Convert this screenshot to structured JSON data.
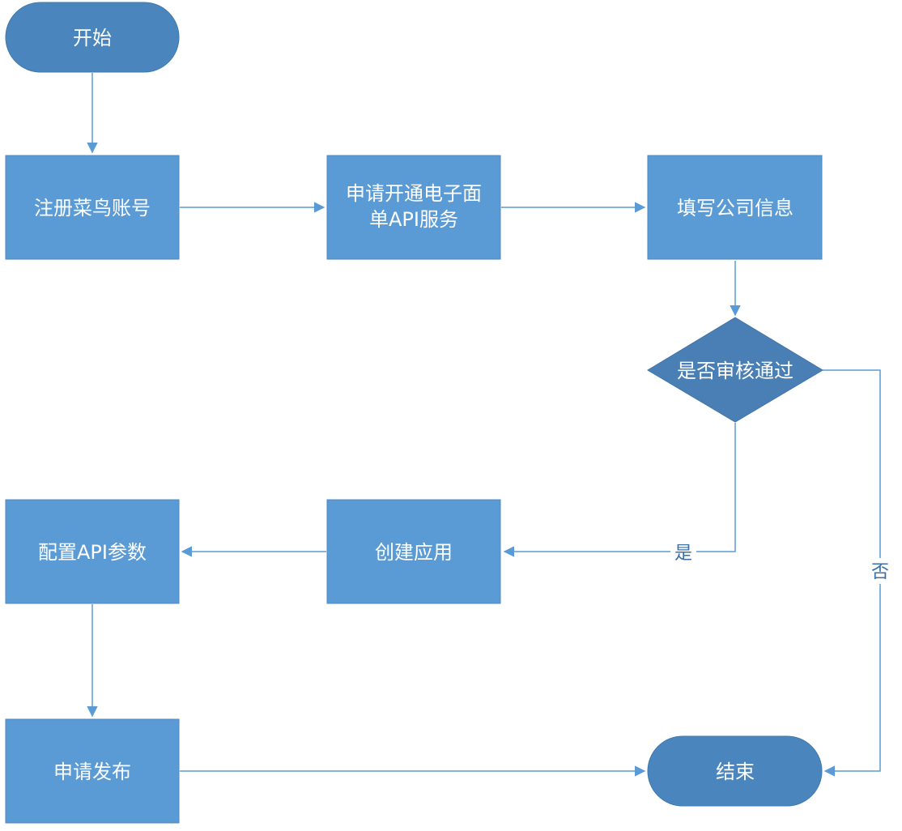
{
  "nodes": {
    "start": "开始",
    "register": "注册菜鸟账号",
    "apply_line1": "申请开通电子面",
    "apply_line2": "单API服务",
    "fill_info": "填写公司信息",
    "review": "是否审核通过",
    "create_app": "创建应用",
    "config": "配置API参数",
    "publish": "申请发布",
    "end": "结束"
  },
  "edge_labels": {
    "yes": "是",
    "no": "否"
  },
  "colors": {
    "process_fill": "#5b9bd5",
    "terminal_fill": "#4a86bd",
    "decision_fill": "#4a7fb5",
    "edge": "#5b9bd5",
    "text": "#ffffff"
  }
}
